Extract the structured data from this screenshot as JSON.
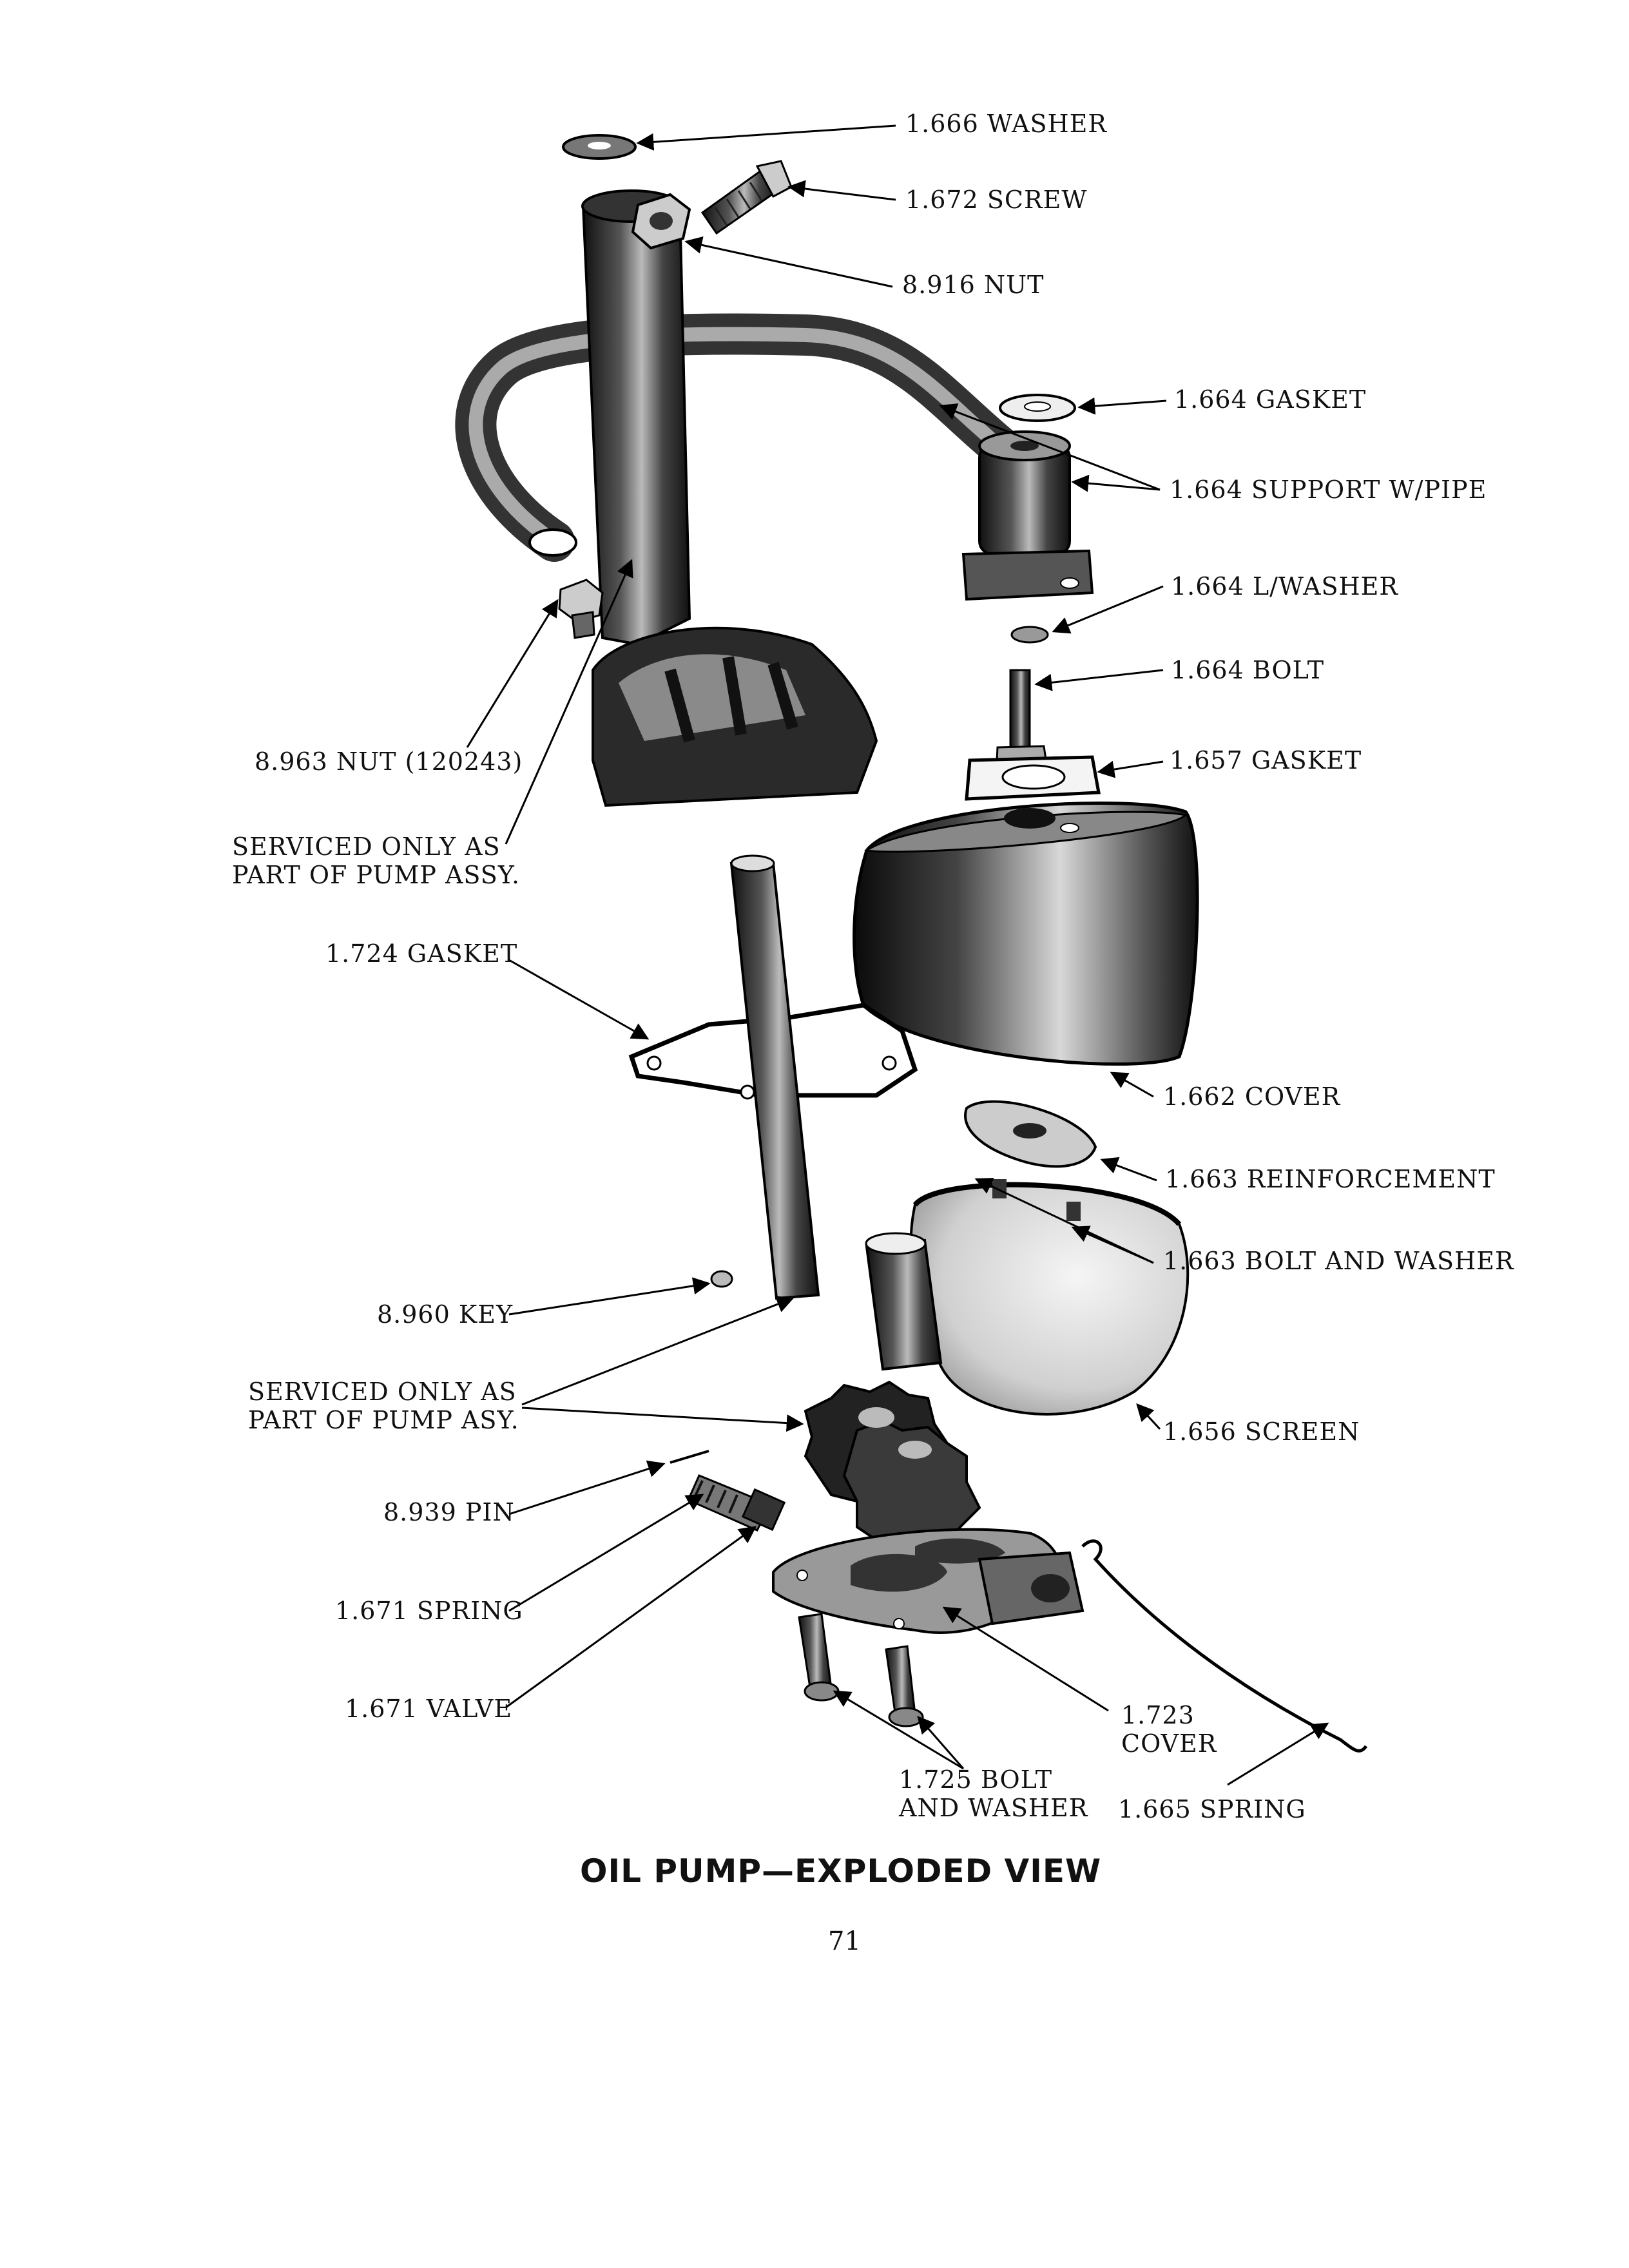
{
  "figure": {
    "title": "OIL PUMP—EXPLODED VIEW",
    "page_number": "71"
  },
  "labels": {
    "washer_1666": "1.666 WASHER",
    "screw_1672": "1.672 SCREW",
    "nut_8916": "8.916 NUT",
    "gasket_1664": "1.664 GASKET",
    "support_1664": "1.664 SUPPORT W/PIPE",
    "lwasher_1664": "1.664 L/WASHER",
    "bolt_1664": "1.664 BOLT",
    "gasket_1657": "1.657 GASKET",
    "nut_8963": "8.963 NUT (120243)",
    "serviced_top_line1": "SERVICED ONLY AS",
    "serviced_top_line2": "PART OF PUMP ASSY.",
    "gasket_1724": "1.724 GASKET",
    "cover_1662": "1.662 COVER",
    "reinforcement_1663": "1.663 REINFORCEMENT",
    "bolt_washer_1663": "1.663 BOLT AND WASHER",
    "key_8960": "8.960 KEY",
    "serviced_mid_line1": "SERVICED ONLY AS",
    "serviced_mid_line2": "PART OF PUMP ASY.",
    "screen_1656": "1.656 SCREEN",
    "pin_8939": "8.939 PIN",
    "spring_1671": "1.671 SPRING",
    "valve_1671": "1.671 VALVE",
    "cover_1723_line1": "1.723",
    "cover_1723_line2": "COVER",
    "bolt_1725_line1": "1.725 BOLT",
    "bolt_1725_line2": "AND WASHER",
    "spring_1665": "1.665 SPRING"
  }
}
